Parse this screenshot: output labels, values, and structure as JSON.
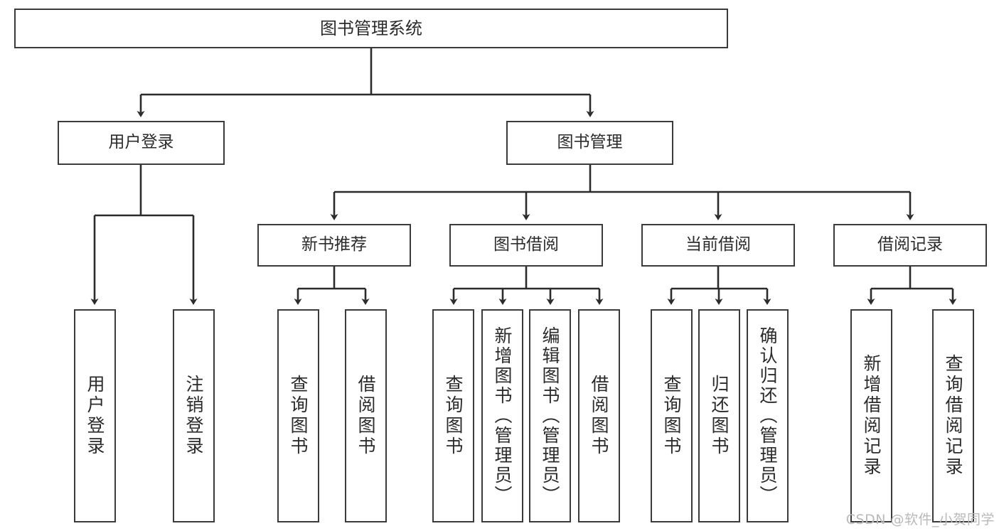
{
  "diagram": {
    "title": "图书管理系统",
    "type": "tree-hierarchy-diagram",
    "colors": {
      "box_border": "#3b3b3b",
      "box_fill": "#ffffff",
      "connector": "#2b2b2b",
      "text": "#2b2b2b",
      "watermark": "#b9b9b9"
    },
    "root": {
      "label": "图书管理系统"
    },
    "level2": [
      {
        "label": "用户登录"
      },
      {
        "label": "图书管理"
      }
    ],
    "level3": [
      {
        "label": "新书推荐"
      },
      {
        "label": "图书借阅"
      },
      {
        "label": "当前借阅"
      },
      {
        "label": "借阅记录"
      }
    ],
    "leaves": [
      {
        "label": "用户登录",
        "parent": "用户登录"
      },
      {
        "label": "注销登录",
        "parent": "用户登录"
      },
      {
        "label": "查询图书",
        "parent": "新书推荐"
      },
      {
        "label": "借阅图书",
        "parent": "新书推荐"
      },
      {
        "label": "查询图书",
        "parent": "图书借阅"
      },
      {
        "label": "新增图书（管理员）",
        "parent": "图书借阅"
      },
      {
        "label": "编辑图书（管理员）",
        "parent": "图书借阅"
      },
      {
        "label": "借阅图书",
        "parent": "图书借阅"
      },
      {
        "label": "查询图书",
        "parent": "当前借阅"
      },
      {
        "label": "归还图书",
        "parent": "当前借阅"
      },
      {
        "label": "确认归还（管理员）",
        "parent": "当前借阅"
      },
      {
        "label": "新增借阅记录",
        "parent": "借阅记录"
      },
      {
        "label": "查询借阅记录",
        "parent": "借阅记录"
      }
    ],
    "watermark": "CSDN @软件_小贺同学"
  }
}
